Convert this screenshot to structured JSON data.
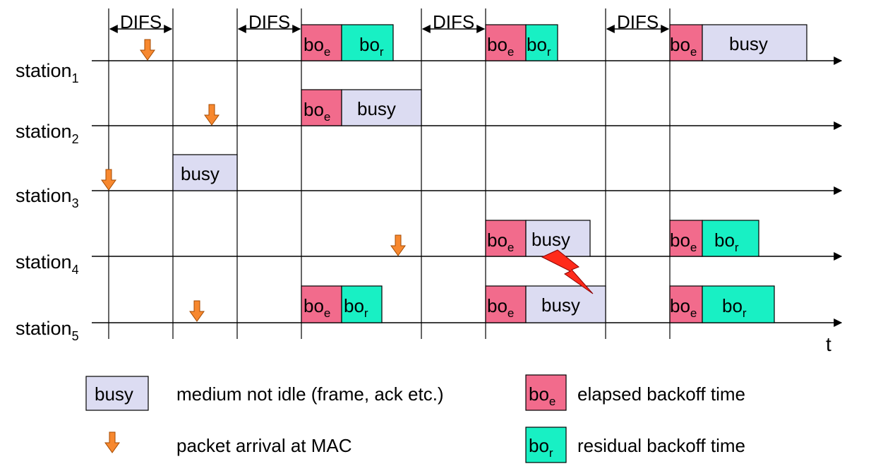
{
  "stations": [
    {
      "base": "station",
      "sub": "1"
    },
    {
      "base": "station",
      "sub": "2"
    },
    {
      "base": "station",
      "sub": "3"
    },
    {
      "base": "station",
      "sub": "4"
    },
    {
      "base": "station",
      "sub": "5"
    }
  ],
  "difs_label": "DIFS",
  "time_label": "t",
  "box_text": {
    "busy": "busy",
    "boe": {
      "base": "bo",
      "sub": "e"
    },
    "bor": {
      "base": "bo",
      "sub": "r"
    }
  },
  "legend": {
    "busy_sample": "busy",
    "busy_desc": "medium not idle (frame, ack etc.)",
    "arrival_desc": "packet arrival at MAC",
    "boe_sample": {
      "base": "bo",
      "sub": "e"
    },
    "boe_desc": "elapsed backoff time",
    "bor_sample": {
      "base": "bo",
      "sub": "r"
    },
    "bor_desc": "residual backoff time"
  },
  "colors": {
    "busy": "#dcdcf2",
    "boe": "#f26b8c",
    "bor": "#18f0c4",
    "arrival_arrow": "#f7882f",
    "collision": "#ff2a1a"
  },
  "icons": {
    "arrival": "down-arrow-icon",
    "collision": "lightning-bolt-icon"
  }
}
